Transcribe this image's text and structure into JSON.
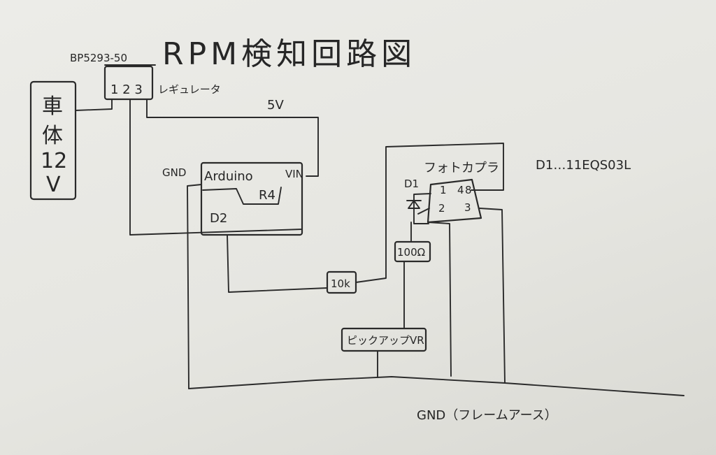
{
  "title": "RPM検知回路図",
  "regulator": {
    "part": "BP5293-50",
    "pins": "1 2 3",
    "name": "レギュレータ"
  },
  "battery": {
    "line1": "車",
    "line2": "体",
    "line3": "12",
    "line4": "V"
  },
  "supply_label": "5V",
  "arduino": {
    "name": "Arduino",
    "model": "R4",
    "vin": "VIN",
    "pin": "D2",
    "gnd": "GND"
  },
  "photocoupler": {
    "name": "フォトカプラ",
    "pin1": "1",
    "pin4": "4",
    "pin8": "8",
    "pin2": "2",
    "pin3": "3",
    "diode_label": "D1"
  },
  "diode_note": "D1…11EQS03L",
  "resistor_10k": "10k",
  "resistor_100": "100Ω",
  "pickup": "ピックアップVR",
  "ground_label": "GND（フレームアース）"
}
